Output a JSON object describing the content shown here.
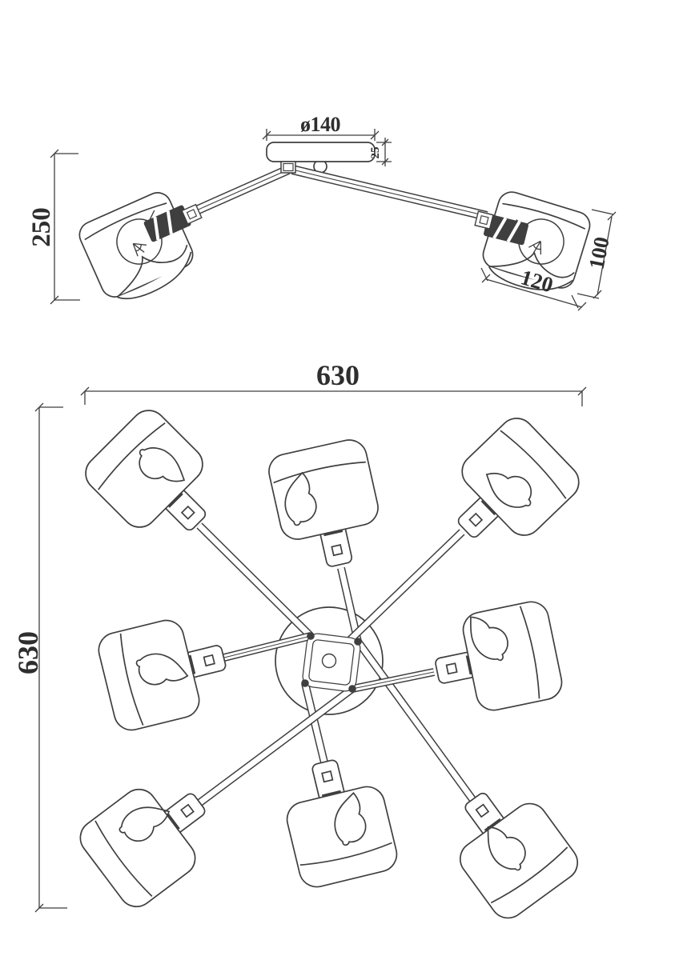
{
  "page": {
    "background": "#ffffff",
    "line_color": "#3f3f3f"
  },
  "side_view": {
    "labels": {
      "canopy_diameter": "ø140",
      "canopy_height": "25",
      "fixture_height": "250",
      "shade_width": "120",
      "shade_height": "100"
    }
  },
  "plan_view": {
    "labels": {
      "overall_width": "630",
      "overall_depth": "630"
    }
  }
}
